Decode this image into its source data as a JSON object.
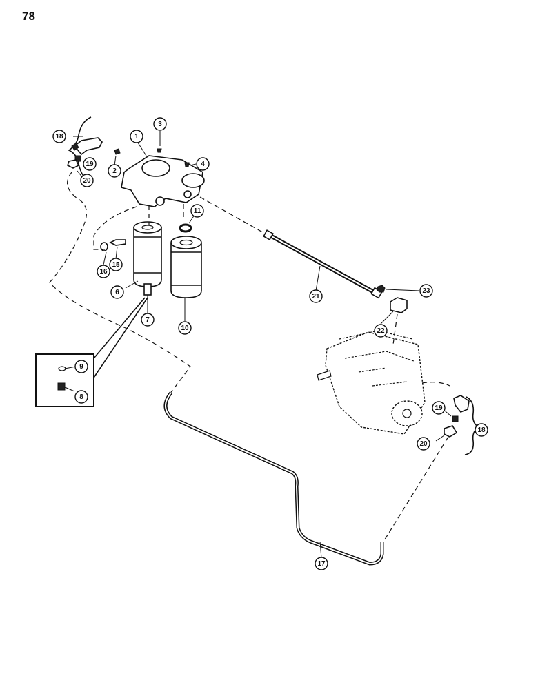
{
  "page": {
    "number": "78"
  },
  "callouts": [
    "1",
    "2",
    "3",
    "4",
    "6",
    "7",
    "8",
    "9",
    "10",
    "11",
    "15",
    "16",
    "17",
    "18",
    "19",
    "20",
    "21",
    "22",
    "23",
    "18",
    "19",
    "20"
  ]
}
